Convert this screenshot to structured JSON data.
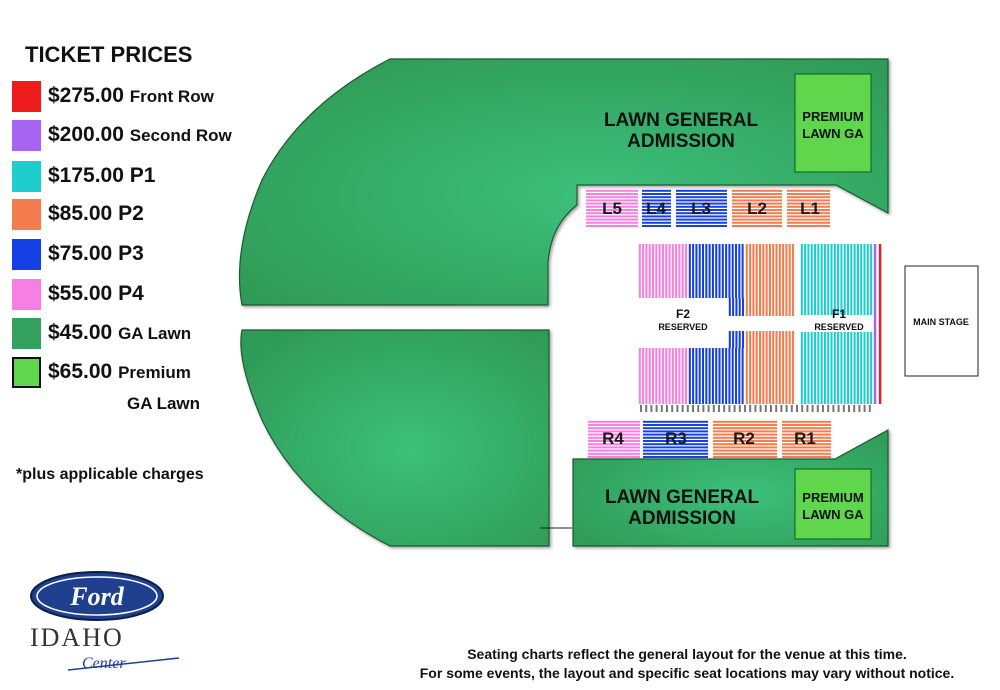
{
  "legend": {
    "title": "TICKET PRICES",
    "items": [
      {
        "price": "$275.00",
        "label": "Front Row",
        "color": "#ee1c1c"
      },
      {
        "price": "$200.00",
        "label": "Second Row",
        "color": "#a565f2"
      },
      {
        "price": "$175.00",
        "label": "P1",
        "color": "#1ecdce"
      },
      {
        "price": "$85.00",
        "label": "P2",
        "color": "#f57c4e"
      },
      {
        "price": "$75.00",
        "label": "P3",
        "color": "#1540e6"
      },
      {
        "price": "$55.00",
        "label": "P4",
        "color": "#f77ee2"
      },
      {
        "price": "$45.00",
        "label": "GA Lawn",
        "color": "#34a05e"
      },
      {
        "price": "$65.00",
        "label": "Premium",
        "label2": "GA Lawn",
        "color": "#5fd64c"
      }
    ]
  },
  "note": "*plus applicable charges",
  "disclaimer": [
    "Seating charts reflect the general layout for the venue at this time.",
    "For some events, the layout and specific seat locations may vary without notice."
  ],
  "logo": {
    "brand": "Ford",
    "venue_line1": "IDAHO",
    "venue_line2": "Center"
  },
  "map": {
    "lawn_top": "LAWN GENERAL",
    "lawn_bottom": "ADMISSION",
    "premium_top": "PREMIUM",
    "premium_bottom": "LAWN GA",
    "f2_name": "F2",
    "f1_name": "F1",
    "reserved": "RESERVED",
    "main_stage": "MAIN STAGE",
    "left_sections": [
      "L5",
      "L4",
      "L3",
      "L2",
      "L1"
    ],
    "right_sections": [
      "R4",
      "R3",
      "R2",
      "R1"
    ]
  }
}
